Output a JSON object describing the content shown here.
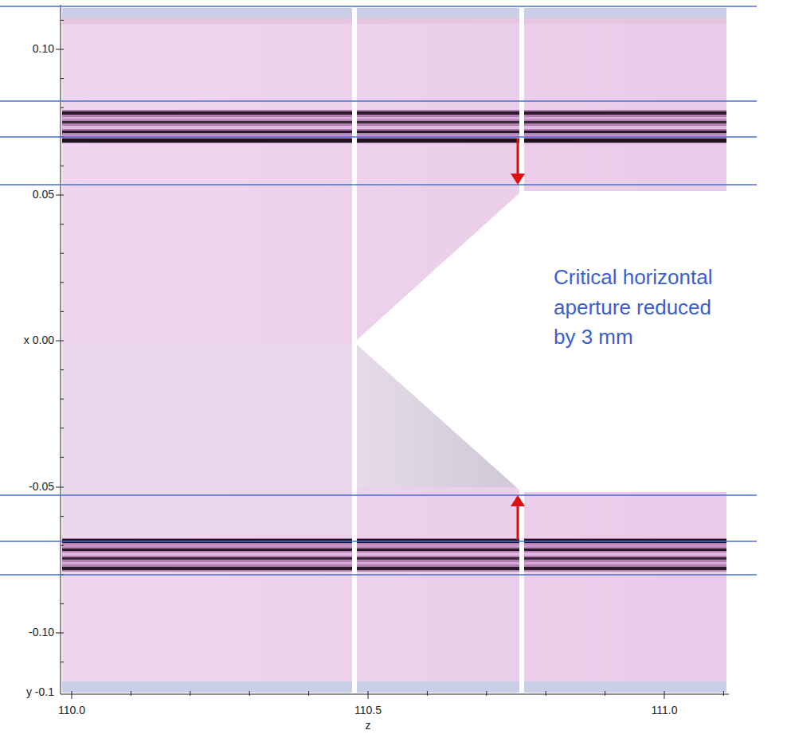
{
  "diagram": {
    "labels": [
      "0.10",
      "0.05",
      "x 0.00",
      "-0.05",
      "-0.10",
      "y -0.1",
      "110.0",
      "110.5",
      "111.0",
      "z",
      "Critical horizontal aperture reduced by 3 mm"
    ]
  }
}
